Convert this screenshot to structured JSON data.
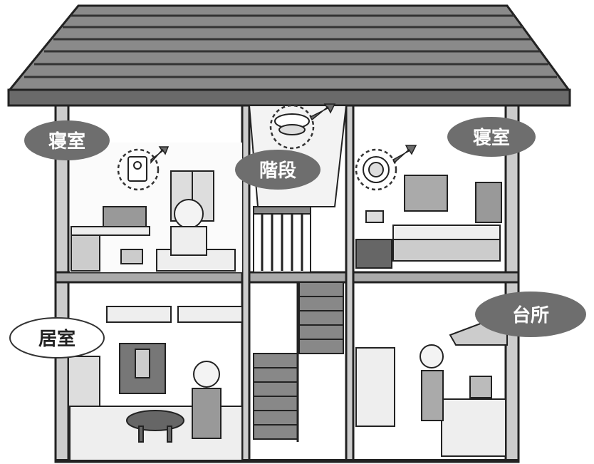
{
  "labels": {
    "bedroom_left": "寝室",
    "stairs": "階段",
    "bedroom_right": "寝室",
    "living": "居室",
    "kitchen": "台所"
  },
  "colors": {
    "roof": "#8a8a8a",
    "roof_lines": "#333333",
    "wall_outline": "#222222",
    "dark_label_bg": "#6e6e6e",
    "light_label_bg": "#ffffff",
    "arrow": "#6a6a6a",
    "detector_circle": "#333333"
  },
  "detectors": [
    {
      "room": "bedroom_left",
      "type": "wall-mounted-detector-icon"
    },
    {
      "room": "stairs",
      "type": "ceiling-detector-icon"
    },
    {
      "room": "bedroom_right",
      "type": "ceiling-detector-icon"
    }
  ]
}
